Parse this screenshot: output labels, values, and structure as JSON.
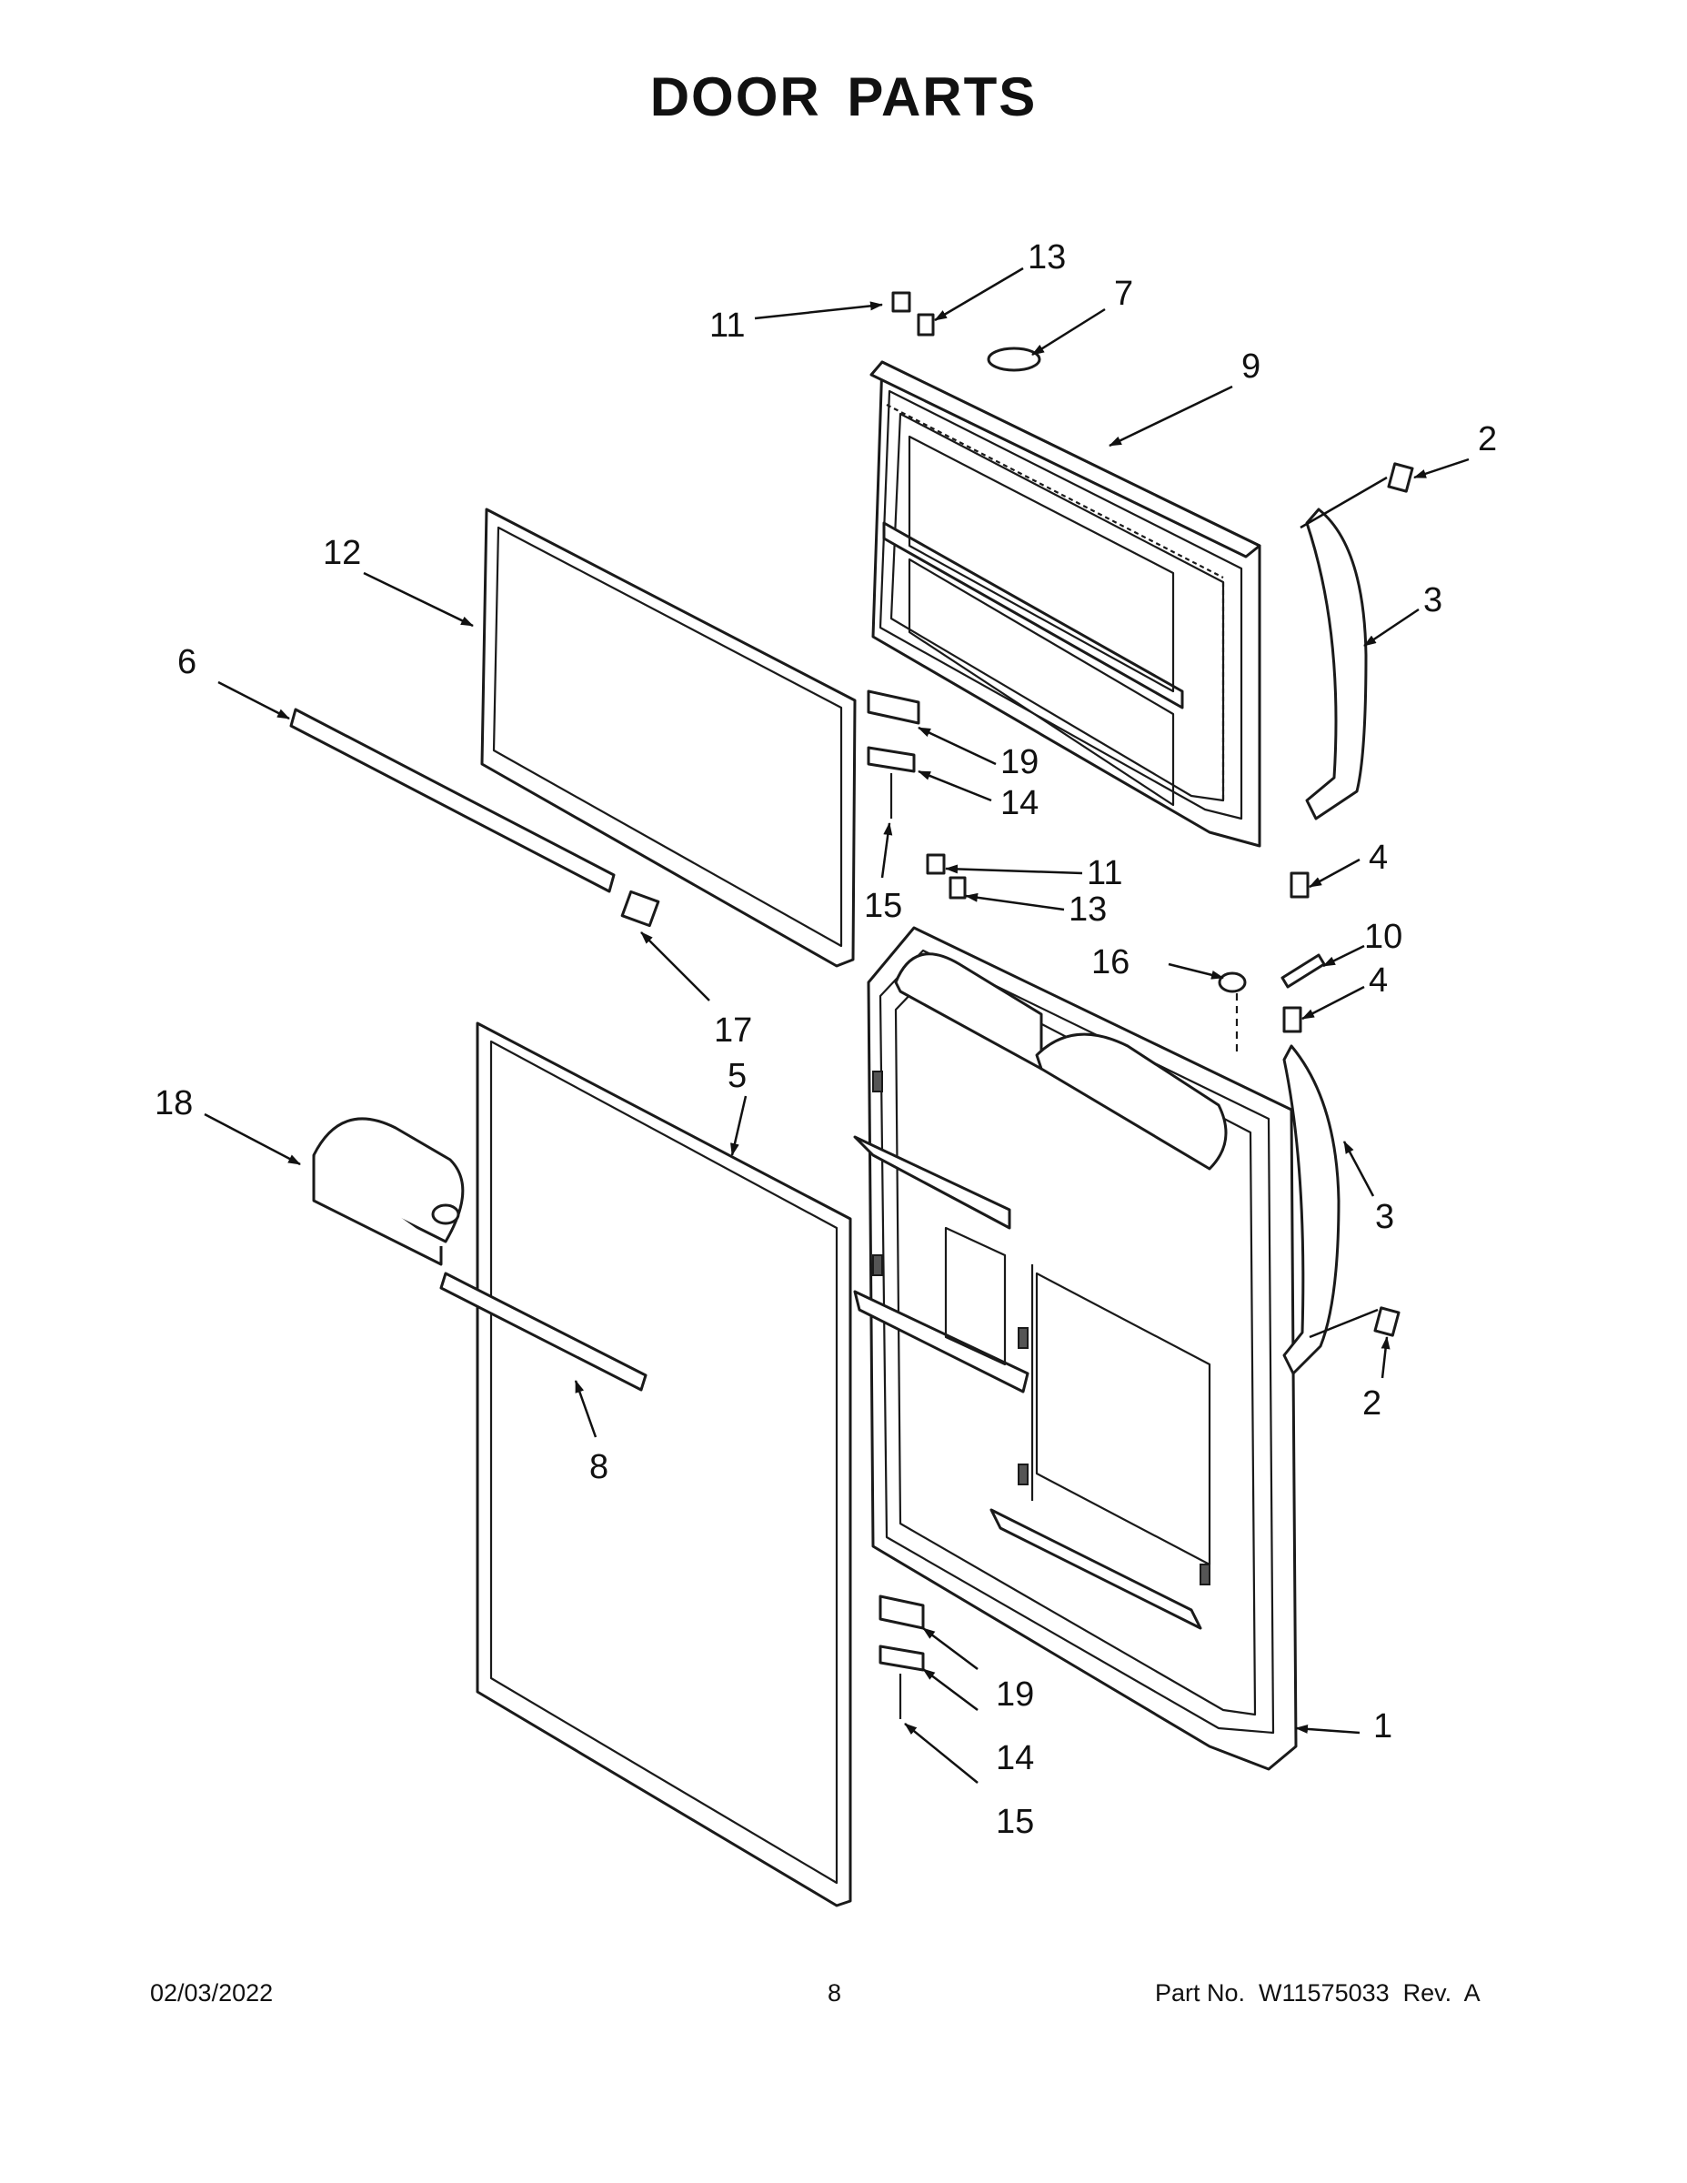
{
  "title": "DOOR PARTS",
  "footer": {
    "date": "02/03/2022",
    "page": "8",
    "part_no": "Part No.  W11575033  Rev.  A"
  },
  "callouts": {
    "c1": "1",
    "c2a": "2",
    "c2b": "2",
    "c3a": "3",
    "c3b": "3",
    "c4a": "4",
    "c4b": "4",
    "c5": "5",
    "c6": "6",
    "c7": "7",
    "c8": "8",
    "c9": "9",
    "c10": "10",
    "c11a": "11",
    "c11b": "11",
    "c12": "12",
    "c13a": "13",
    "c13b": "13",
    "c14a": "14",
    "c14b": "14",
    "c15a": "15",
    "c15b": "15",
    "c16": "16",
    "c17": "17",
    "c18": "18",
    "c19a": "19",
    "c19b": "19"
  }
}
